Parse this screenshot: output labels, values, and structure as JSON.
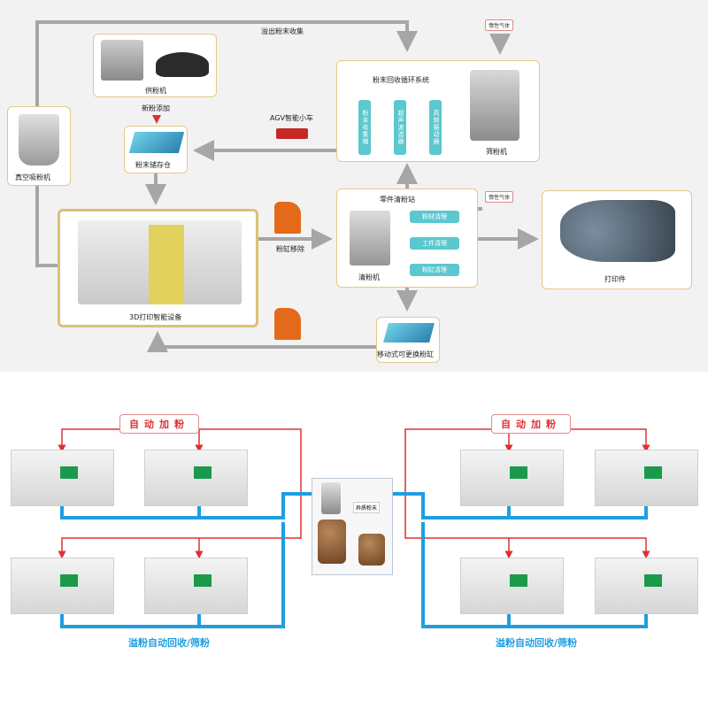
{
  "top": {
    "overflow_collect": "溢出粉末收集",
    "inert_gas_1": "惰性气体",
    "inert_gas_2": "惰性气体",
    "powder_supply": "供粉机",
    "new_powder": "新粉添加",
    "storage": "粉末储存仓",
    "vacuum": "真空吸粉机",
    "agv": "AGV智能小车",
    "recycle_title": "粉末回收循环系统",
    "collector": "粉末收集桶",
    "ultrasonic": "超声波滤器",
    "vibrator": "高频振动器",
    "sieve": "筛粉机",
    "printer": "3D打印智能设备",
    "cylinder_move": "粉缸移除",
    "station": "零件清粉站",
    "clean_powder": "粉材清理",
    "clean_part": "工件清理",
    "clean_cyl": "粉缸清理",
    "cleaner": "清粉机",
    "print_part": "打印件",
    "mobile_cylinder": "移动式可更换粉缸"
  },
  "bottom": {
    "auto_feed_left": "自动加粉",
    "auto_feed_right": "自动加粉",
    "recover_left": "溢粉自动回收/筛粉",
    "recover_right": "溢粉自动回收/筛粉",
    "abnormal_powder": "异质粉末"
  },
  "colors": {
    "red": "#e03030",
    "blue": "#1e9ee0",
    "arrow": "#a6a6a6",
    "teal": "#5bc7cf",
    "gold": "#dcc079"
  }
}
